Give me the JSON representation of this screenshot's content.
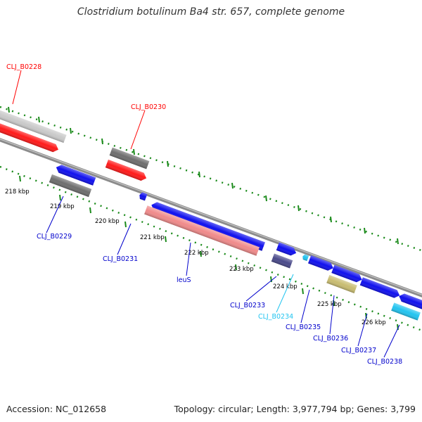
{
  "title": "Clostridium botulinum Ba4 str. 657, complete genome",
  "footer": {
    "accession": "Accession: NC_012658",
    "topology": "Topology: circular; Length: 3,977,794 bp; Genes: 3,799"
  },
  "colors": {
    "backbone": "#8c8c8c",
    "dots": "#1a8a1a",
    "red": "#ff1a1a",
    "blue": "#1010ee",
    "gray_dark": "#6e6e6e",
    "gray_light": "#c9c9c9",
    "salmon": "#f08a8a",
    "navy_gray": "#4a4a8a",
    "olive": "#c8bc70",
    "cyan": "#22c4f0",
    "label_red": "#ff0000",
    "label_blue": "#0000cc",
    "label_cyan": "#22c4f0"
  },
  "ticks": [
    "218 kbp",
    "219 kbp",
    "220 kbp",
    "221 kbp",
    "222 kbp",
    "223 kbp",
    "224 kbp",
    "225 kbp",
    "226 kbp"
  ],
  "gene_labels": [
    {
      "text": "CLJ_B0228",
      "color": "label_red"
    },
    {
      "text": "CLJ_B0230",
      "color": "label_red"
    },
    {
      "text": "CLJ_B0229",
      "color": "label_blue"
    },
    {
      "text": "CLJ_B0231",
      "color": "label_blue"
    },
    {
      "text": "leuS",
      "color": "label_blue"
    },
    {
      "text": "CLJ_B0233",
      "color": "label_blue"
    },
    {
      "text": "CLJ_B0234",
      "color": "label_cyan"
    },
    {
      "text": "CLJ_B0235",
      "color": "label_blue"
    },
    {
      "text": "CLJ_B0236",
      "color": "label_blue"
    },
    {
      "text": "CLJ_B0237",
      "color": "label_blue"
    },
    {
      "text": "CLJ_B0238",
      "color": "label_blue"
    }
  ],
  "features": [
    {
      "name": "feature-gray-light",
      "color": "gray_light"
    },
    {
      "name": "feature-clj-b0228",
      "color": "red"
    },
    {
      "name": "feature-gray-dark-1",
      "color": "gray_dark"
    },
    {
      "name": "feature-clj-b0230",
      "color": "red"
    },
    {
      "name": "feature-clj-b0229",
      "color": "blue"
    },
    {
      "name": "feature-gray-dark-2",
      "color": "gray_dark"
    },
    {
      "name": "feature-clj-b0231",
      "color": "blue"
    },
    {
      "name": "feature-leus-gene",
      "color": "blue"
    },
    {
      "name": "feature-leus-salmon",
      "color": "salmon"
    },
    {
      "name": "feature-clj-b0233",
      "color": "blue"
    },
    {
      "name": "feature-clj-b0233-box",
      "color": "navy_gray"
    },
    {
      "name": "feature-clj-b0234",
      "color": "cyan"
    },
    {
      "name": "feature-clj-b0235",
      "color": "blue"
    },
    {
      "name": "feature-clj-b0236",
      "color": "blue"
    },
    {
      "name": "feature-clj-b0236-box",
      "color": "olive"
    },
    {
      "name": "feature-clj-b0237",
      "color": "blue"
    },
    {
      "name": "feature-clj-b0238",
      "color": "blue"
    },
    {
      "name": "feature-clj-b0238-box",
      "color": "cyan"
    }
  ]
}
